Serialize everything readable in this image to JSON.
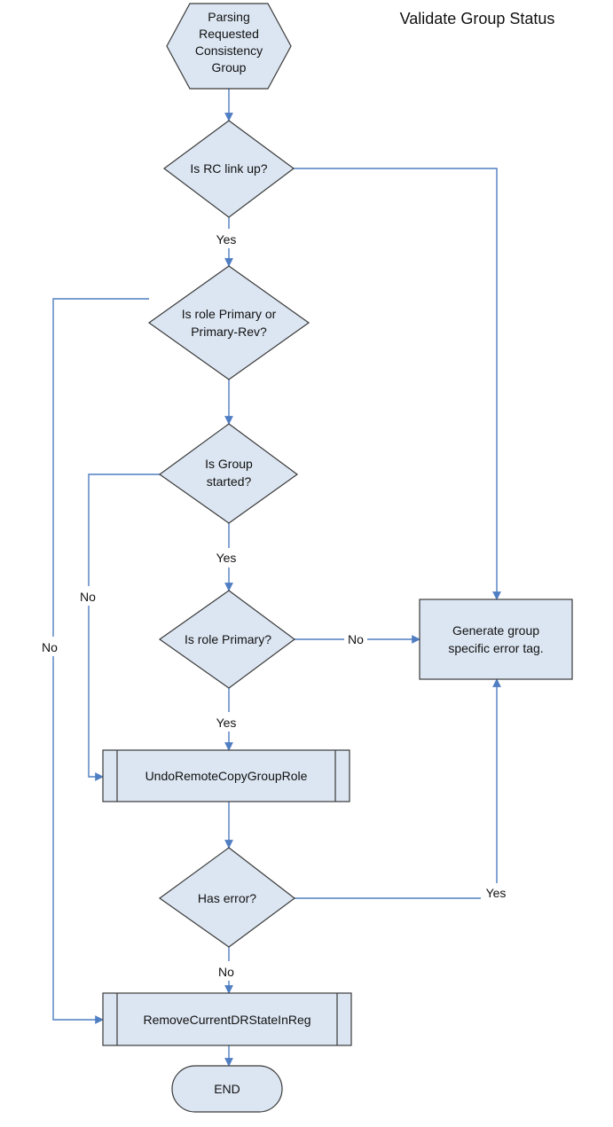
{
  "title": "Validate Group Status",
  "nodes": {
    "start": [
      "Parsing",
      "Requested",
      "Consistency",
      "Group"
    ],
    "rc_link": [
      "Is RC link up?"
    ],
    "role_primary_or_rev": [
      "Is role Primary or",
      "Primary-Rev?"
    ],
    "group_started": [
      "Is Group",
      "started?"
    ],
    "role_primary": [
      "Is role Primary?"
    ],
    "generate_error": [
      "Generate group",
      "specific error tag."
    ],
    "undo_role": [
      "UndoRemoteCopyGroupRole"
    ],
    "has_error": [
      "Has error?"
    ],
    "remove_state": [
      "RemoveCurrentDRStateInReg"
    ],
    "end": [
      "END"
    ]
  },
  "edge_labels": {
    "rc_link_yes": "Yes",
    "role_primary_or_rev_no": "No",
    "group_started_no": "No",
    "group_started_yes": "Yes",
    "role_primary_no": "No",
    "role_primary_yes": "Yes",
    "has_error_yes": "Yes",
    "has_error_no": "No"
  },
  "colors": {
    "shape_fill": "#dce6f2",
    "shape_stroke": "#3a3a3a",
    "connector": "#4f7ec2"
  }
}
